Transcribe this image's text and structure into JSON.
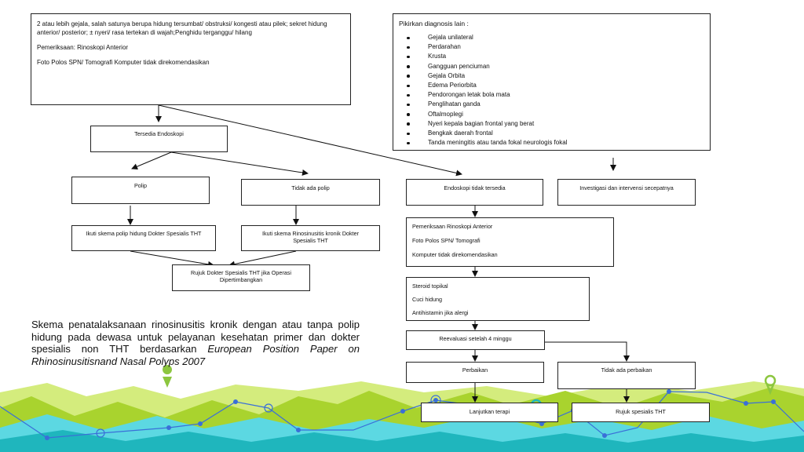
{
  "top_box": {
    "para1": "2 atau lebih gejala, salah satunya berupa hidung tersumbat/ obstruksi/ kongesti atau pilek; sekret hidung anterior/ posterior; ± nyeri/ rasa tertekan di wajah;Penghidu terganggu/ hilang",
    "para2": "Pemeriksaan: Rinoskopi Anterior",
    "para3": "Foto Polos SPN/ Tomografi Komputer tidak direkomendasikan"
  },
  "diagnosis_box": {
    "title": "Pikirkan diagnosis lain :",
    "items": [
      "Gejala unilateral",
      "Perdarahan",
      "Krusta",
      "Gangguan penciuman",
      "Gejala Orbita",
      "Edema Periorbita",
      "Pendorongan letak bola mata",
      "Penglihatan ganda",
      "Oftalmoplegi",
      "Nyeri kepala bagian frontal yang berat",
      "Bengkak daerah frontal",
      "Tanda meningitis atau tanda fokal neurologis fokal"
    ]
  },
  "nodes": {
    "tersedia_endoskopi": "Tersedia Endoskopi",
    "polip": "Polip",
    "tidak_ada_polip": "Tidak ada polip",
    "endoskopi_tidak_tersedia": "Endoskopi tidak tersedia",
    "investigasi": "Investigasi dan intervensi secepatnya",
    "ikuti_polip": "Ikuti skema polip hidung Dokter Spesialis THT",
    "ikuti_rinosinusitis": "Ikuti skema Rinosinusitis kronik Dokter Spesialis THT",
    "rujuk_operasi": "Rujuk Dokter Spesialis THT jika Operasi Dipertimbangkan",
    "reevaluasi": "Reevaluasi setelah 4 minggu",
    "perbaikan": "Perbaikan",
    "tidak_ada_perbaikan": "Tidak ada perbaikan",
    "lanjutkan_terapi": "Lanjutkan terapi",
    "rujuk_spesialis": "Rujuk spesialis THT"
  },
  "pemeriksaan_box": {
    "line1": "Pemeriksaan Rinoskopi Anterior",
    "line2": "Foto Polos SPN/ Tomografi",
    "line3": "Komputer tidak direkomendasikan"
  },
  "terapi_box": {
    "line1": "Steroid topikal",
    "line2": "Cuci hidung",
    "line3": "Antihistamin jika alergi"
  },
  "caption": {
    "plain": "Skema penatalaksanaan rinosinusitis kronik dengan atau tanpa polip hidung pada dewasa untuk pelayanan kesehatan primer dan dokter spesialis non THT berdasarkan ",
    "italic": "European Position Paper on Rhinosinusitisnand Nasal Polyps 2007"
  },
  "decoration": {
    "colors": {
      "lime": "#a9d32e",
      "teal": "#24c2c8",
      "cyan": "#4fd3e0",
      "blue": "#3a6fd8",
      "light_green": "#c9e56a"
    }
  }
}
